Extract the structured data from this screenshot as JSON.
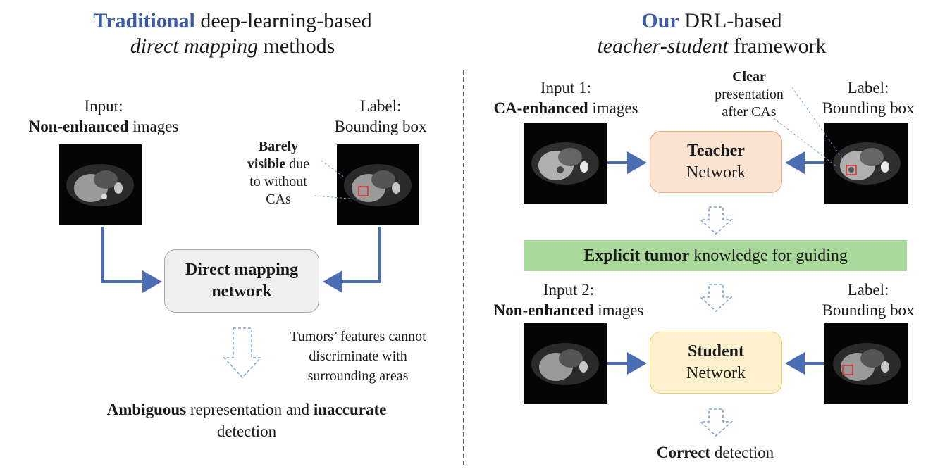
{
  "colors": {
    "accent": "#3a5ba8",
    "arrow": "#4a6db4",
    "dashed_arrow": "#7aa3d6",
    "teacher_fill": "#fbe3d2",
    "teacher_border": "#f0a878",
    "student_fill": "#fdf1cd",
    "student_border": "#f2cf66",
    "band_fill": "#a8d99a",
    "mapping_fill": "#efefef",
    "mapping_border": "#a8a8a8",
    "bbox": "#e03030"
  },
  "left": {
    "title_accent": "Traditional",
    "title_rest": "deep-learning-based",
    "title_line2_italic": "direct mapping",
    "title_line2_rest": "methods",
    "input_line1": "Input:",
    "input_bold": "Non-enhanced",
    "input_rest": "images",
    "label_line1": "Label:",
    "label_line2": "Bounding box",
    "note_bold1": "Barely",
    "note_bold2": "visible",
    "note_rest2": "due",
    "note_line3": "to without",
    "note_line4": "CAs",
    "box_line1": "Direct mapping",
    "box_line2": "network",
    "features_line1": "Tumors’ features cannot",
    "features_line2": "discriminate with",
    "features_line3": "surrounding areas",
    "result_bold1": "Ambiguous",
    "result_mid": "representation and",
    "result_bold2": "inaccurate",
    "result_line2": "detection"
  },
  "right": {
    "title_accent": "Our",
    "title_rest": "DRL-based",
    "title_line2_italic": "teacher-student",
    "title_line2_rest": "framework",
    "input1_line1": "Input 1:",
    "input1_bold": "CA-enhanced",
    "input1_rest": "images",
    "clear_bold": "Clear",
    "clear_line2": "presentation",
    "clear_line3": "after CAs",
    "label1_line1": "Label:",
    "label1_line2": "Bounding box",
    "teacher_bold": "Teacher",
    "teacher_rest": "Network",
    "band_bold": "Explicit tumor",
    "band_rest": "knowledge for guiding",
    "input2_line1": "Input 2:",
    "input2_bold": "Non-enhanced",
    "input2_rest": "images",
    "label2_line1": "Label:",
    "label2_line2": "Bounding box",
    "student_bold": "Student",
    "student_rest": "Network",
    "result_bold": "Correct",
    "result_rest": "detection"
  }
}
